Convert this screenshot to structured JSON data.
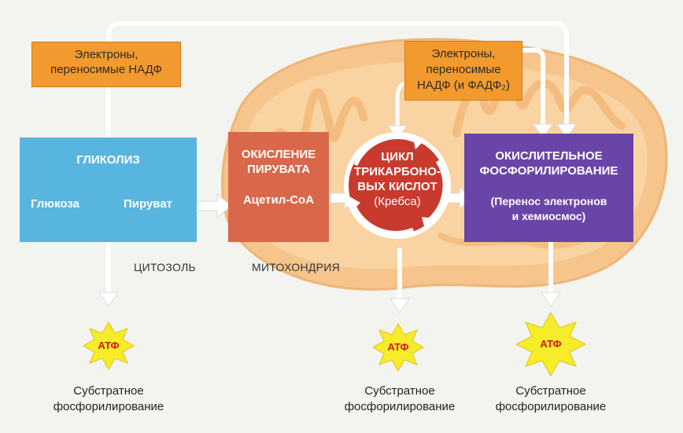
{
  "notes": {
    "left": [
      "Электроны,",
      "переносимые НАДФ"
    ],
    "right": [
      "Электроны,",
      "переносимые",
      "НАДФ (и ФАДФ₂)"
    ]
  },
  "glycolysis": {
    "title": "ГЛИКОЛИЗ",
    "from": "Глюкоза",
    "to": "Пируват"
  },
  "pyruvate_oxidation": {
    "title_lines": [
      "ОКИСЛЕНИЕ",
      "ПИРУВАТА"
    ],
    "product": "Ацетил-СоА"
  },
  "krebs": {
    "lines": [
      "ЦИКЛ",
      "ТРИКАРБОНО-",
      "ВЫХ КИСЛОТ",
      "(Кребса)"
    ]
  },
  "oxphos": {
    "title_lines": [
      "ОКИСЛИТЕЛЬНОЕ",
      "ФОСФОРИЛИРОВАНИЕ"
    ],
    "sub_lines": [
      "(Перенос электронов",
      "и хемиосмос)"
    ]
  },
  "regions": {
    "cytosol": "ЦИТОЗОЛЬ",
    "mitochondrion": "МИТОХОНДРИЯ"
  },
  "atp": {
    "label": "АТФ",
    "captions": [
      [
        "Субстратное",
        "фосфорилирование"
      ],
      [
        "Субстратное",
        "фосфорилирование"
      ],
      [
        "Субстратное",
        "фосфорилирование"
      ]
    ]
  },
  "colors": {
    "glycolysis_box": "#58b5df",
    "pyruvate_box": "#d9674a",
    "krebs_circle": "#c93a2e",
    "oxphos_box": "#6a45a8",
    "note_box": "#f29a2e",
    "mitochondrion": "#f7c48a",
    "atp_star": "#f7ec2a"
  }
}
